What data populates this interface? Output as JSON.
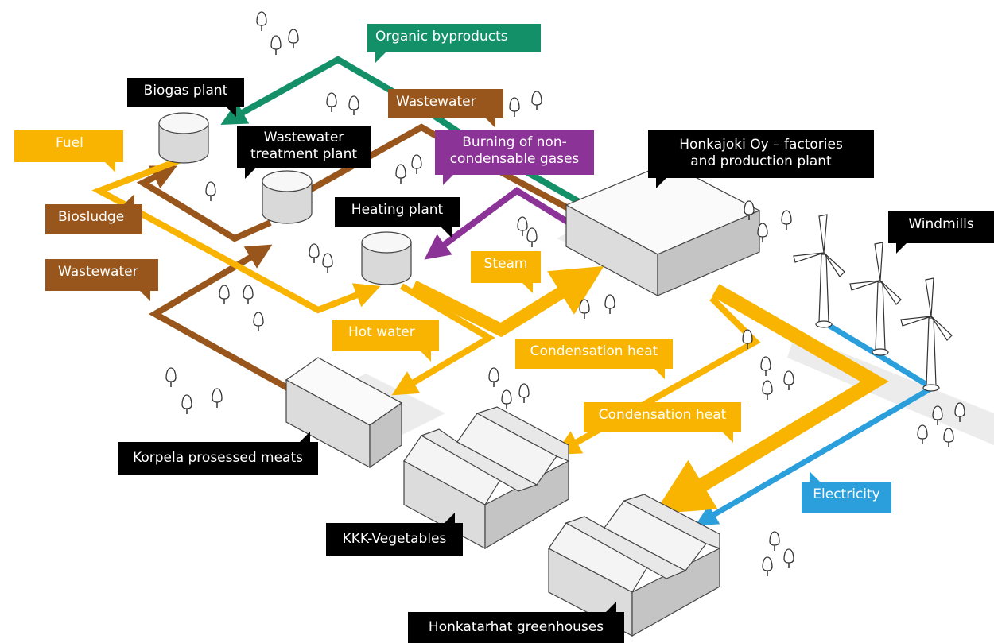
{
  "colors": {
    "fuel": "#f8b400",
    "wastewater": "#98561c",
    "organic": "#139068",
    "gas": "#8c3397",
    "electricity": "#2b9fdc",
    "facility": "#000000",
    "label_text": "#ffffff"
  },
  "labels": {
    "organic_byproducts": "Organic byproducts",
    "biogas_plant": "Biogas plant",
    "wastewater_top": "Wastewater",
    "wastewater_treatment_line1": "Wastewater",
    "wastewater_treatment_line2": "treatment plant",
    "fuel": "Fuel",
    "burning_line1": "Burning of non-",
    "burning_line2": "condensable gases",
    "honkajoki_line1": "Honkajoki Oy – factories",
    "honkajoki_line2": "and production plant",
    "biosludge": "Biosludge",
    "heating_plant": "Heating plant",
    "windmills": "Windmills",
    "steam": "Steam",
    "wastewater_left": "Wastewater",
    "hot_water": "Hot water",
    "condensation_heat_1": "Condensation heat",
    "condensation_heat_2": "Condensation heat",
    "korpela": "Korpela prosessed meats",
    "electricity": "Electricity",
    "kkk": "KKK-Vegetables",
    "honkatarhat": "Honkatarhat greenhouses"
  },
  "icons": {
    "tree": "tree-icon",
    "windmill": "windmill-icon",
    "tank": "tank-icon",
    "building": "building-icon",
    "greenhouse": "greenhouse-icon"
  }
}
